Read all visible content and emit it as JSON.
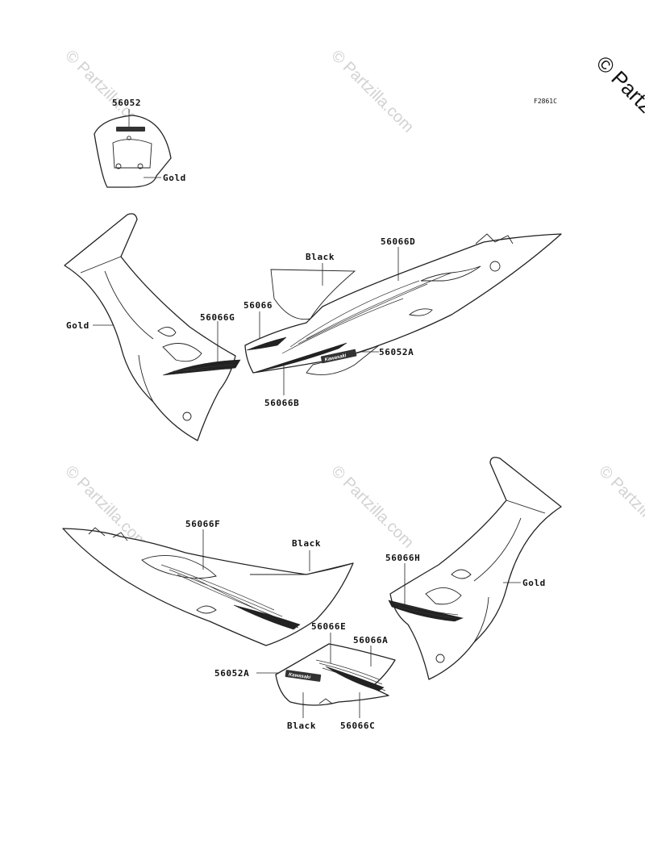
{
  "figure_code": "F2861C",
  "watermark": {
    "small_text": "© Partzilla.com",
    "corner_text": "© Partz"
  },
  "emblem_text": "Kawasaki",
  "labels": {
    "p56052": "56052",
    "gold_top": "Gold",
    "gold_left": "Gold",
    "black_upper": "Black",
    "p56066D": "56066D",
    "p56066": "56066",
    "p56066G": "56066G",
    "p56052A_upper": "56052A",
    "p56066B": "56066B",
    "p56066F": "56066F",
    "black_lower": "Black",
    "p56066H": "56066H",
    "gold_right": "Gold",
    "p56066E": "56066E",
    "p56066A": "56066A",
    "p56052A_lower": "56052A",
    "black_bottom": "Black",
    "p56066C": "56066C"
  }
}
